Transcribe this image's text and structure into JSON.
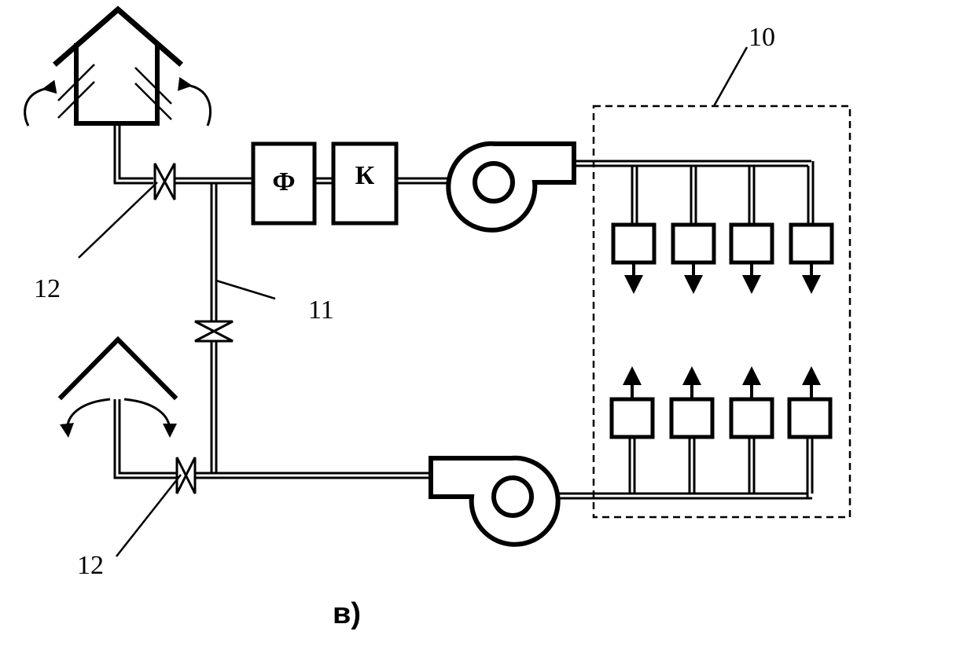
{
  "blocks": {
    "filter_label": "Ф",
    "cooler_label": "К"
  },
  "callouts": {
    "system_boundary": "10",
    "bypass_duct": "11",
    "valve_top": "12",
    "valve_bottom": "12"
  },
  "caption": "в)",
  "icons": {
    "intake_hood": "hood-with-louvers-icon",
    "exhaust_hood": "open-hood-icon",
    "supply_fan": "centrifugal-fan-icon",
    "exhaust_fan": "centrifugal-fan-icon",
    "valve": "gate-valve-icon",
    "terminal_unit": "square-unit-icon"
  }
}
